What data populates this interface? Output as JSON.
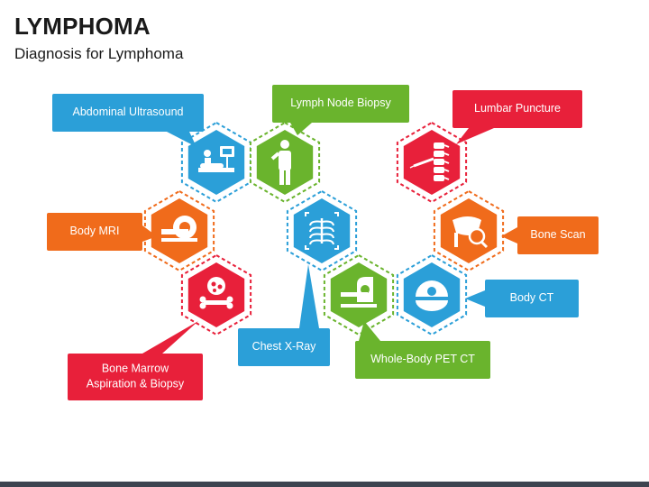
{
  "header": {
    "title": "LYMPHOMA",
    "subtitle": "Diagnosis for Lymphoma"
  },
  "colors": {
    "blue": "#2b9fd8",
    "green": "#6ab42d",
    "red": "#e8203a",
    "orange": "#f06b1b",
    "dark_blue": "#1a6fb5"
  },
  "nodes": [
    {
      "id": "abdominal-ultrasound",
      "label": "Abdominal Ultrasound",
      "color": "blue",
      "icon": "ultrasound-icon"
    },
    {
      "id": "lymph-node-biopsy",
      "label": "Lymph Node Biopsy",
      "color": "green",
      "icon": "patient-icon"
    },
    {
      "id": "body-mri",
      "label": "Body MRI",
      "color": "orange",
      "icon": "mri-scanner-icon"
    },
    {
      "id": "chest-x-ray",
      "label": "Chest X-Ray",
      "color": "blue",
      "icon": "ribcage-icon"
    },
    {
      "id": "bone-marrow",
      "label": "Bone Marrow\nAspiration & Biopsy",
      "color": "red",
      "icon": "bone-marrow-icon"
    },
    {
      "id": "whole-body-pet-ct",
      "label": "Whole-Body PET CT",
      "color": "green",
      "icon": "pet-ct-scanner-icon"
    },
    {
      "id": "body-ct",
      "label": "Body CT",
      "color": "blue",
      "icon": "ct-scan-icon"
    },
    {
      "id": "lumbar-puncture",
      "label": "Lumbar Puncture",
      "color": "red",
      "icon": "spine-needle-icon"
    },
    {
      "id": "bone-scan",
      "label": "Bone Scan",
      "color": "orange",
      "icon": "hip-bone-scan-icon"
    }
  ]
}
